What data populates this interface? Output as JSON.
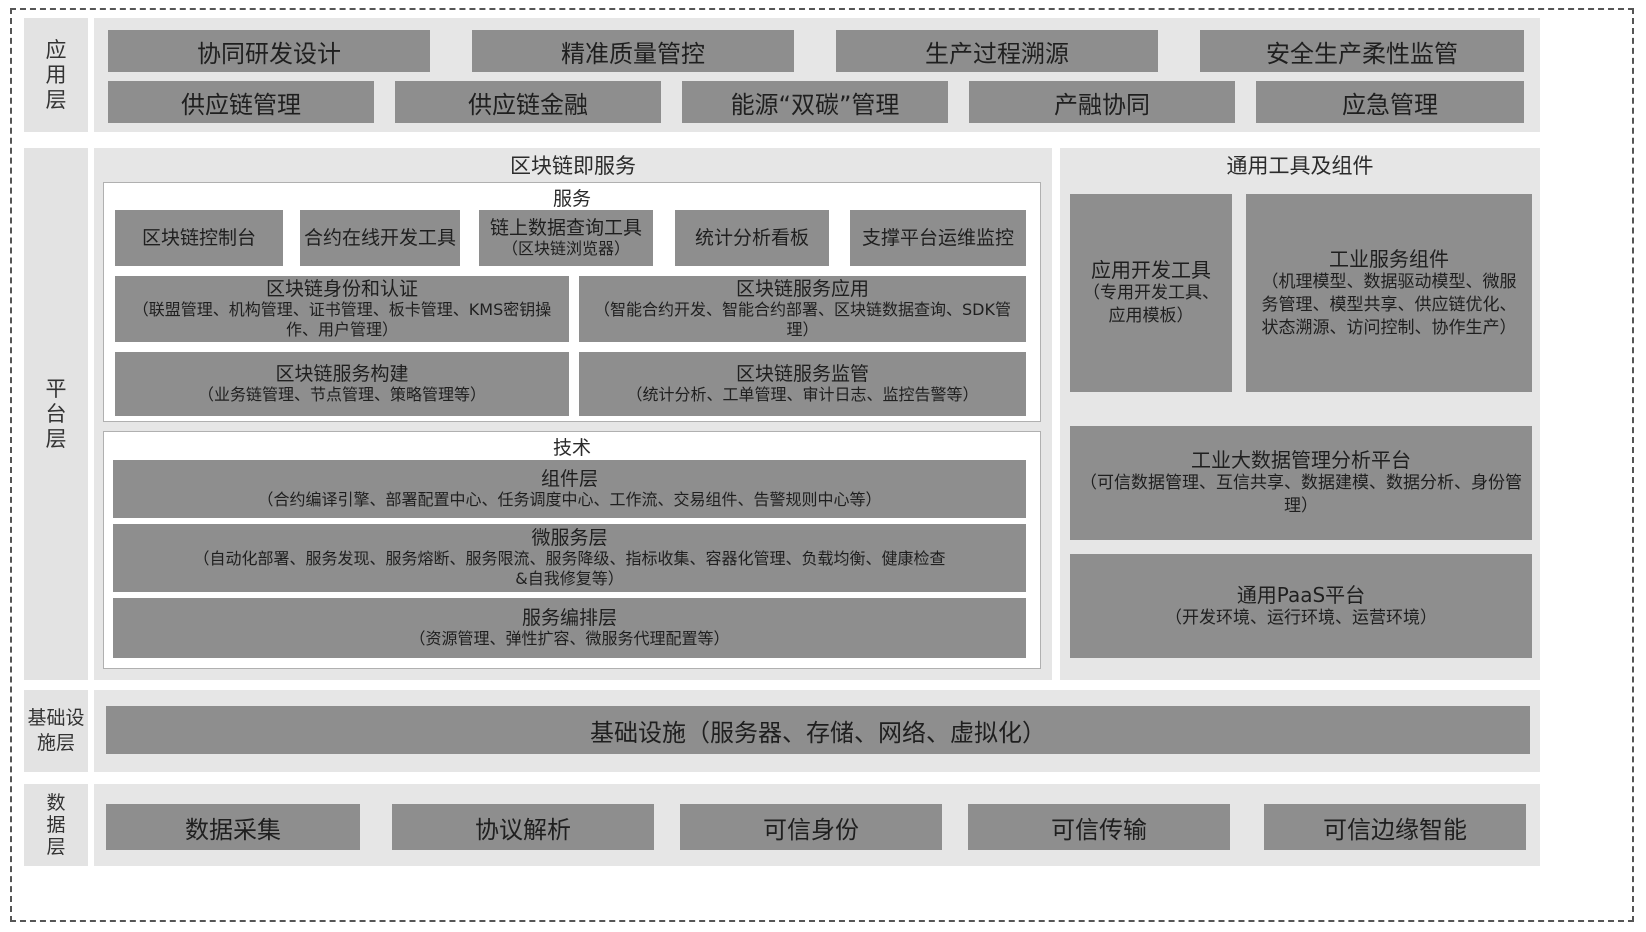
{
  "layers": {
    "application": "应\n用\n层",
    "platform": "平\n台\n层",
    "infrastructure": "基础设\n施层",
    "data": "数\n据\n层"
  },
  "application_row1": [
    "协同研发设计",
    "精准质量管控",
    "生产过程溯源",
    "安全生产柔性监管"
  ],
  "application_row2": [
    "供应链管理",
    "供应链金融",
    "能源“双碳”管理",
    "产融协同",
    "应急管理"
  ],
  "baas": {
    "title": "区块链即服务",
    "service_title": "服务",
    "tools": [
      {
        "label": "区块链控制台",
        "sub": ""
      },
      {
        "label": "合约在线开发工具",
        "sub": ""
      },
      {
        "label": "链上数据查询工具",
        "sub": "（区块链浏览器）"
      },
      {
        "label": "统计分析看板",
        "sub": ""
      },
      {
        "label": "支撑平台运维监控",
        "sub": ""
      }
    ],
    "identity": {
      "title": "区块链身份和认证",
      "desc": "（联盟管理、机构管理、证书管理、板卡管理、KMS密钥操作、用户管理）"
    },
    "app": {
      "title": "区块链服务应用",
      "desc": "（智能合约开发、智能合约部署、区块链数据查询、SDK管理）"
    },
    "build": {
      "title": "区块链服务构建",
      "desc": "（业务链管理、节点管理、策略管理等）"
    },
    "supervise": {
      "title": "区块链服务监管",
      "desc": "（统计分析、工单管理、审计日志、监控告警等）"
    },
    "tech_title": "技术",
    "component": {
      "title": "组件层",
      "desc": "（合约编译引擎、部署配置中心、任务调度中心、工作流、交易组件、告警规则中心等）"
    },
    "microservice": {
      "title": "微服务层",
      "desc": "（自动化部署、服务发现、服务熔断、服务限流、服务降级、指标收集、容器化管理、负载均衡、健康检查&自我修复等）"
    },
    "orchestration": {
      "title": "服务编排层",
      "desc": "（资源管理、弹性扩容、微服务代理配置等）"
    }
  },
  "general": {
    "title": "通用工具及组件",
    "dev_tools": {
      "title": "应用开发工具",
      "desc": "（专用开发工具、应用模板）"
    },
    "industrial_components": {
      "title": "工业服务组件",
      "desc": "（机理模型、数据驱动模型、微服务管理、模型共享、供应链优化、状态溯源、访问控制、协作生产）"
    },
    "bigdata": {
      "title": "工业大数据管理分析平台",
      "desc": "（可信数据管理、互信共享、数据建模、数据分析、身份管理）"
    },
    "paas": {
      "title": "通用PaaS平台",
      "desc": "（开发环境、运行环境、运营环境）"
    }
  },
  "infrastructure_box": "基础设施（服务器、存储、网络、虚拟化）",
  "data_row": [
    "数据采集",
    "协议解析",
    "可信身份",
    "可信传输",
    "可信边缘智能"
  ],
  "colors": {
    "box": "#8e8e8e",
    "panel": "#e6e6e6",
    "label": "#e3e3e3",
    "border": "#555555"
  }
}
